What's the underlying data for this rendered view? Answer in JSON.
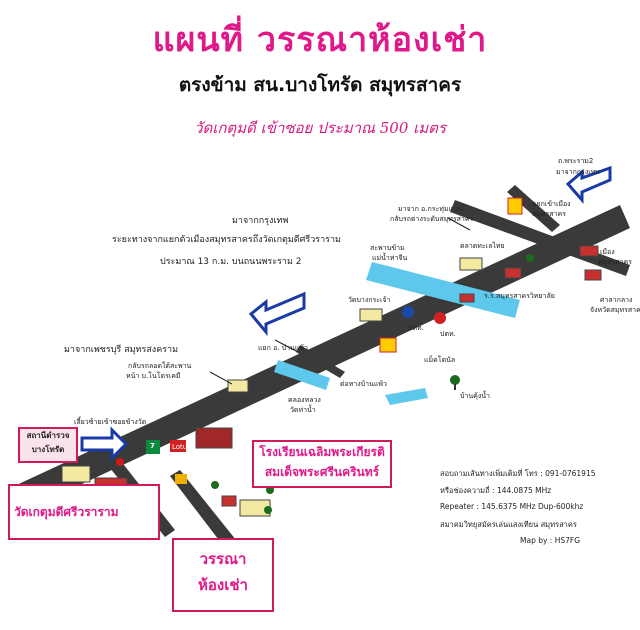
{
  "header": {
    "title": "แผนที่ วรรณาห้องเช่า",
    "subtitle": "ตรงข้าม สน.บางโทรัด สมุทรสาคร",
    "direction": "วัดเกตุมดี เข้าซอย ประมาณ 500 เมตร"
  },
  "labels": {
    "from_bangkok_top": "มาจากกรุงเทพ",
    "distance_line1": "ระยะทางจากแยกตัวเมืองสมุทรสาครถึงวัดเกตุมดีศรีวราราม",
    "distance_line2": "ประมาณ 13 ก.ม. บนถนนพระราม 2",
    "from_petchaburi": "มาจากเพชรบุรี สมุทรสงคราม",
    "uturn": "กลับรถลอดใต้สะพาน",
    "uturn2": "หน้า บ.โนโตรเคมี",
    "turn_left_line1": "เลี้ยวซ้ายเข้าซอยข้างวัด",
    "police_line1": "สถานีตำรวจ",
    "police_line2": "บางโทรัด",
    "temple": "วัดเกตุมดีศรีวราราม",
    "school_line1": "โรงเรียนเฉลิมพระเกียรติ",
    "school_line2": "สมเด็จพระศรีนครินทร์",
    "wanna_line1": "วรรณา",
    "wanna_line2": "ห้องเช่า",
    "rama2_top": "ถ.พระราม2",
    "from_bangkok_right": "มาจากกรุงเทพ",
    "from_krathum_line1": "มาจาก อ.กระทุ่มแบน",
    "from_krathum_line2": "กลับรถต่างระดับสมุทรสาคร",
    "city_junction_line1": "แยกเข้าเมือง",
    "city_junction_line2": "สมุทรสาคร",
    "bridge": "สะพานข้าม",
    "bridge2": "แม่น้ำท่าจีน",
    "market": "ตลาดทะเลไทย",
    "hospital": "ร.ร.สมุทรสาครวิทยาลัย",
    "court_line1": "ศาลากลาง",
    "court_line2": "จังหวัดสมุทรสาคร",
    "city_gate_line1": "เมือง",
    "city_gate_line2": "สมุทรสาคร",
    "bangkrajao": "วัดบางกระเจ้า",
    "ptt1": "ปตท.",
    "ptt2": "ปตท.",
    "mcdonald": "แม็คโดนัล",
    "junction_ban": "แยก อ. บ้านแพ้ว",
    "ban_kum": "บ้านคุ้งน้ำ",
    "canal": "คลองหลวง",
    "canal2": "วัดท่าน้ำ",
    "to_banphaeo": "ต่อทางบ้านแพ้ว",
    "seven": "7",
    "big_c": "Lotus"
  },
  "contact": {
    "line1": "สอบถามเส้นทางเพิ่มเติมที่ โทร : 091-0761915",
    "line2": "หรือช่องความถี่ : 144.0875 MHz",
    "line3": "Repeater : 145.6375 MHz Dup-600khz",
    "line4": "สมาคมวิทยุสมัครเล่นแสงเทียน สมุทรสาคร",
    "line5": "Map by : HS7FG"
  },
  "colors": {
    "title": "#e0198a",
    "road": "#3a3a3a",
    "water": "#5ec8ec",
    "arrow_blue": "#1a3aa8",
    "box_border": "#d01a5a"
  }
}
